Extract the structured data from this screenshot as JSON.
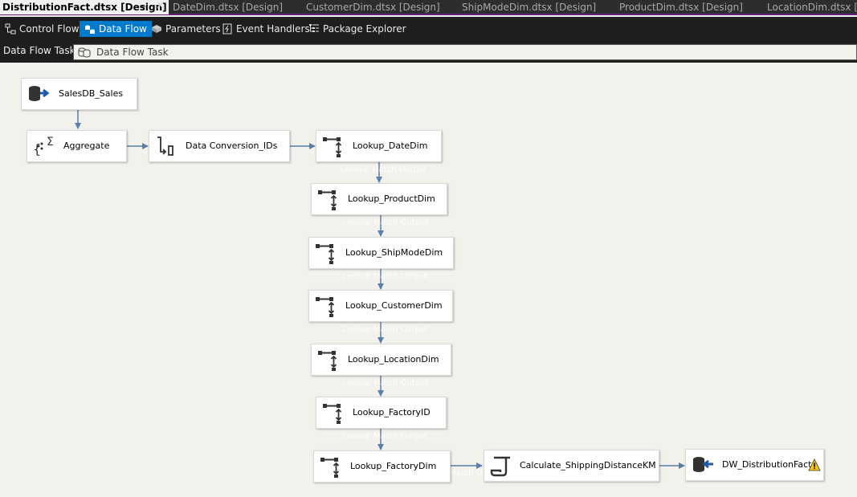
{
  "document_tabs": [
    {
      "label": "DistributionFact.dtsx [Design]",
      "active": true
    },
    {
      "label": "DateDim.dtsx [Design]"
    },
    {
      "label": "CustomerDim.dtsx [Design]"
    },
    {
      "label": "ShipModeDim.dtsx [Design]"
    },
    {
      "label": "ProductDim.dtsx [Design]"
    },
    {
      "label": "LocationDim.dtsx [De"
    }
  ],
  "pin_glyph": "⊣",
  "close_glyph": "✕",
  "designer_tabs": [
    {
      "label": "Control Flow",
      "icon": "control-flow-icon"
    },
    {
      "label": "Data Flow",
      "icon": "data-flow-icon",
      "active": true
    },
    {
      "label": "Parameters",
      "icon": "parameters-icon"
    },
    {
      "label": "Event Handlers",
      "icon": "event-handlers-icon"
    },
    {
      "label": "Package Explorer",
      "icon": "package-explorer-icon"
    }
  ],
  "task_bar": {
    "label": "Data Flow Task:",
    "selected": "Data Flow Task"
  },
  "components": {
    "source": {
      "label": "SalesDB_Sales",
      "icon": "ole-db-source-icon"
    },
    "aggregate": {
      "label": "Aggregate",
      "icon": "aggregate-icon"
    },
    "conversion": {
      "label": "Data Conversion_IDs",
      "icon": "data-conversion-icon"
    },
    "lookup_date": {
      "label": "Lookup_DateDim",
      "icon": "lookup-icon"
    },
    "lookup_product": {
      "label": "Lookup_ProductDim",
      "icon": "lookup-icon"
    },
    "lookup_shipmode": {
      "label": "Lookup_ShipModeDim",
      "icon": "lookup-icon"
    },
    "lookup_customer": {
      "label": "Lookup_CustomerDim",
      "icon": "lookup-icon"
    },
    "lookup_location": {
      "label": "Lookup_LocationDim",
      "icon": "lookup-icon"
    },
    "lookup_factoryid": {
      "label": "Lookup_FactoryID",
      "icon": "lookup-icon"
    },
    "lookup_factory": {
      "label": "Lookup_FactoryDim",
      "icon": "lookup-icon"
    },
    "derived": {
      "label": "Calculate_ShippingDistanceKM",
      "icon": "derived-column-icon"
    },
    "destination": {
      "label": "DW_DistributionFact",
      "icon": "ole-db-destination-icon",
      "warning_icon": "warning-icon"
    }
  },
  "path_labels": [
    "Lookup Match Output",
    "Lookup Match Output",
    "Lookup Match Output",
    "Lookup Match Output",
    "Lookup Match Output",
    "Lookup Match Output",
    "Lookup Match Output"
  ],
  "colors": {
    "connector": "#5b7fa8",
    "active_tab": "#007acc",
    "tab_underline": "#68217a",
    "canvas": "#f3f1ec"
  }
}
